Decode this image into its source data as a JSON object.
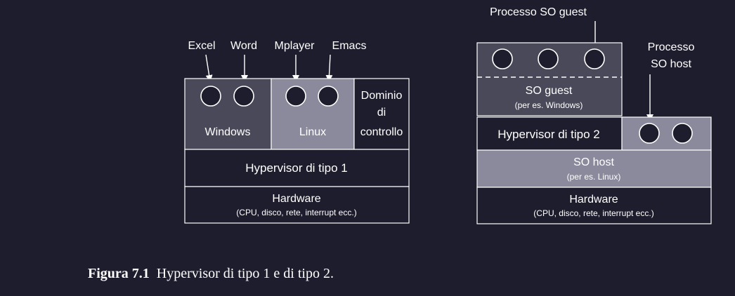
{
  "colors": {
    "background": "#1e1d2e",
    "windows_box": "#4a4959",
    "linux_box": "#8a8a9c",
    "dark_box": "#1e1d2e",
    "guest_box": "#4a4959",
    "host_box": "#8a8a9c"
  },
  "left": {
    "apps": {
      "excel": "Excel",
      "word": "Word",
      "mplayer": "Mplayer",
      "emacs": "Emacs"
    },
    "windows": "Windows",
    "linux": "Linux",
    "dom0": {
      "line1": "Dominio",
      "line2": "di",
      "line3": "controllo"
    },
    "hypervisor": "Hypervisor di tipo 1",
    "hardware": {
      "title": "Hardware",
      "detail": "(CPU, disco, rete, interrupt ecc.)"
    }
  },
  "right": {
    "guest_process_label": "Processo SO guest",
    "host_process_label": {
      "line1": "Processo",
      "line2": "SO host"
    },
    "guest_os": {
      "title": "SO guest",
      "detail": "(per es. Windows)"
    },
    "hypervisor": "Hypervisor di tipo 2",
    "host_os": {
      "title": "SO host",
      "detail": "(per es. Linux)"
    },
    "hardware": {
      "title": "Hardware",
      "detail": "(CPU, disco, rete, interrupt ecc.)"
    }
  },
  "caption": {
    "number": "Figura 7.1",
    "text": "Hypervisor di tipo 1 e di tipo 2."
  }
}
